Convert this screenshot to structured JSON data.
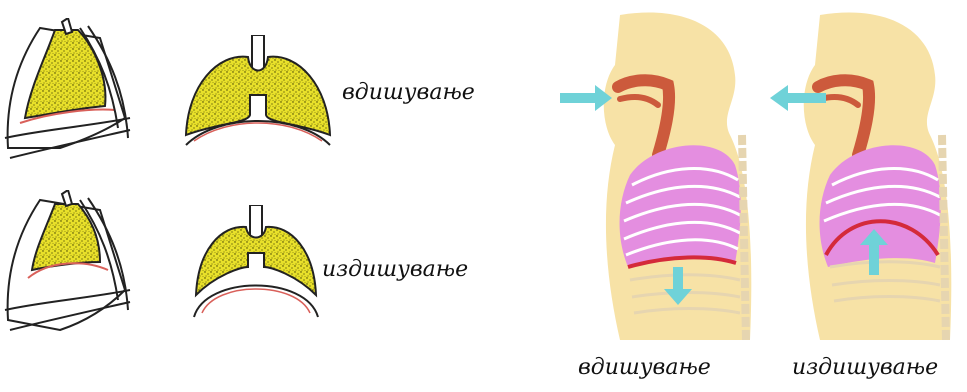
{
  "labels": {
    "inhale_top": "вдишување",
    "exhale_mid": "издишување",
    "inhale_bottom": "вдишување",
    "exhale_bottom": "издишување"
  },
  "colors": {
    "lung_fill": "#e8e02a",
    "lung_speckle": "#3a3a00",
    "outline": "#222222",
    "diaphragm_line": "#d9605a",
    "body_skin": "#f7e2a6",
    "airway": "#cc5a3c",
    "ribcage": "#e48ee0",
    "rib_stripe": "#ffffff",
    "diaphragm_red": "#d42a3a",
    "arrow": "#6fd2d8",
    "spine": "#e6d5b0"
  },
  "icons": {
    "arrow_in": "arrow-right-icon",
    "arrow_out": "arrow-left-icon",
    "arrow_down": "arrow-down-icon",
    "arrow_up": "arrow-up-icon"
  }
}
